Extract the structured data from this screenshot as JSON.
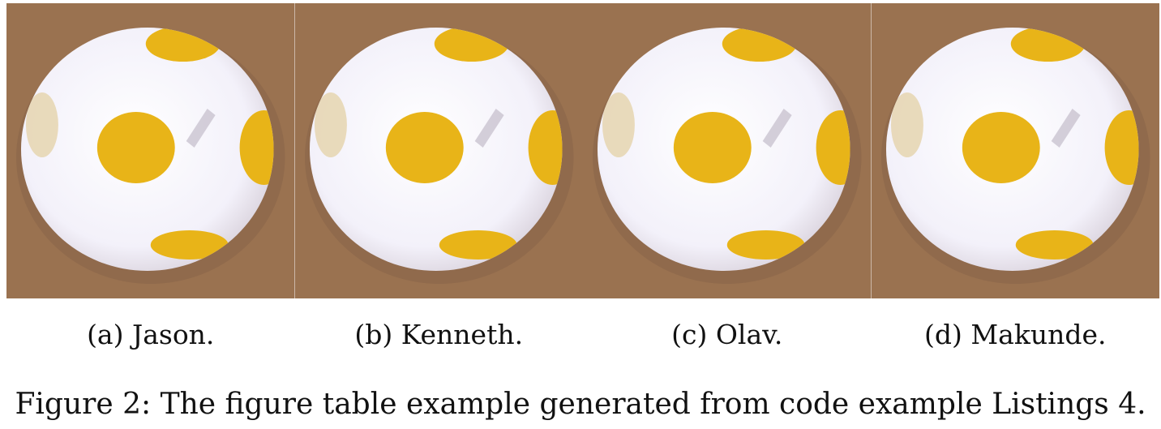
{
  "figure": {
    "subfigures": [
      {
        "label": "(a) Jason."
      },
      {
        "label": "(b) Kenneth."
      },
      {
        "label": "(c) Olav."
      },
      {
        "label": "(d) Makunde."
      }
    ],
    "caption": "Figure 2: The figure table example generated from code example Listings 4.",
    "colors": {
      "background": "#9a7250",
      "ball": "#f3f1fa",
      "spot": "#e8b418"
    }
  }
}
